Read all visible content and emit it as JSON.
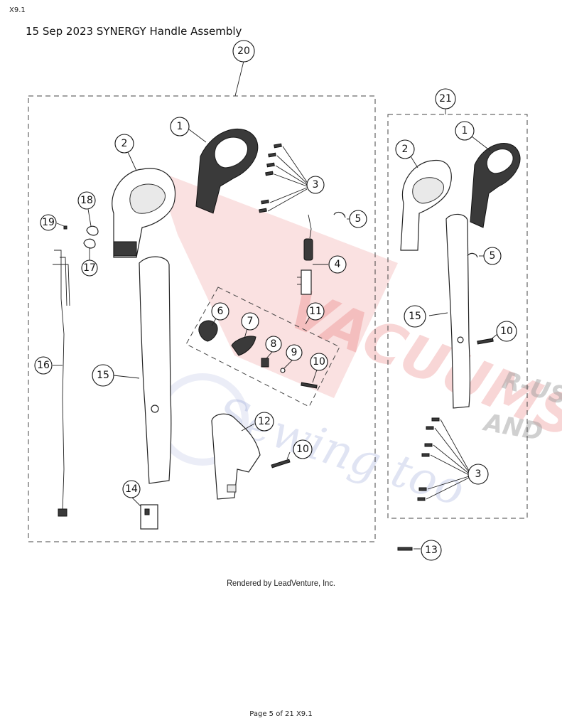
{
  "document": {
    "code": "X9.1",
    "title": "15 Sep 2023 SYNERGY Handle Assembly",
    "rendered_by": "Rendered by LeadVenture, Inc.",
    "footer": "Page 5 of 21 X9.1"
  },
  "watermark": {
    "line1": "VACUUMS",
    "line2": "R-US",
    "line3": "AND",
    "line4": "Sewing too",
    "colors": {
      "red": "#e25a5a",
      "blue": "#5a6fbf",
      "gray": "#999999"
    }
  },
  "groups": [
    {
      "callout": "20",
      "description": "Left handle assembly group"
    },
    {
      "callout": "21",
      "description": "Right handle assembly group"
    }
  ],
  "callouts": {
    "c20": "20",
    "c21": "21",
    "left": {
      "c1": "1",
      "c2": "2",
      "c3": "3",
      "c4": "4",
      "c5": "5",
      "c6": "6",
      "c7": "7",
      "c8": "8",
      "c9": "9",
      "c10a": "10",
      "c11": "11",
      "c10b": "10",
      "c12": "12",
      "c14": "14",
      "c15": "15",
      "c16": "16",
      "c17": "17",
      "c18": "18",
      "c19": "19"
    },
    "right": {
      "c1": "1",
      "c2": "2",
      "c3": "3",
      "c5": "5",
      "c10": "10",
      "c15": "15"
    },
    "c13": "13"
  }
}
